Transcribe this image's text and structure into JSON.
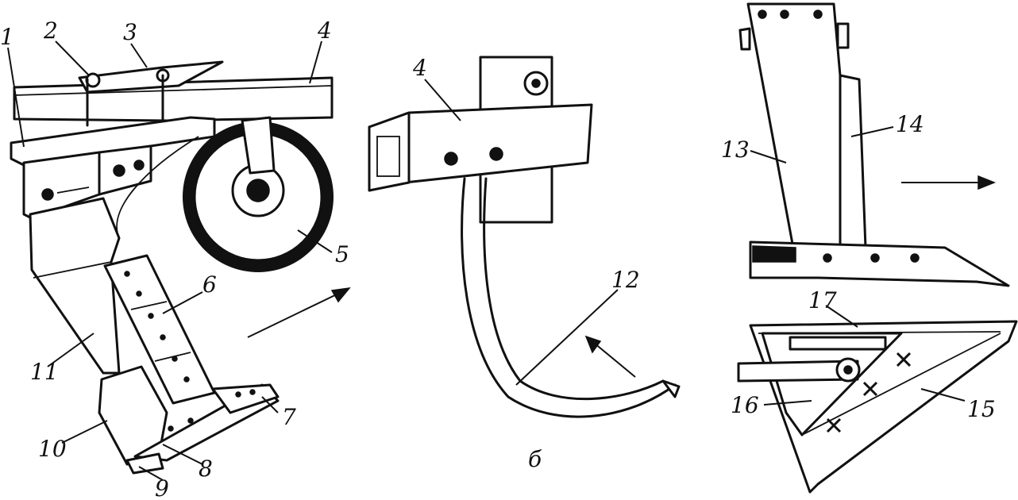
{
  "panel_a": {
    "callouts": {
      "c1": "1",
      "c2": "2",
      "c3": "3",
      "c4": "4",
      "c5": "5",
      "c6": "6",
      "c7": "7",
      "c8": "8",
      "c9": "9",
      "c10": "10",
      "c11": "11"
    }
  },
  "panel_b": {
    "caption": "б",
    "callouts": {
      "c4": "4",
      "c12": "12"
    }
  },
  "panel_c": {
    "callouts": {
      "c13": "13",
      "c14": "14",
      "c15": "15",
      "c16": "16",
      "c17": "17"
    }
  }
}
